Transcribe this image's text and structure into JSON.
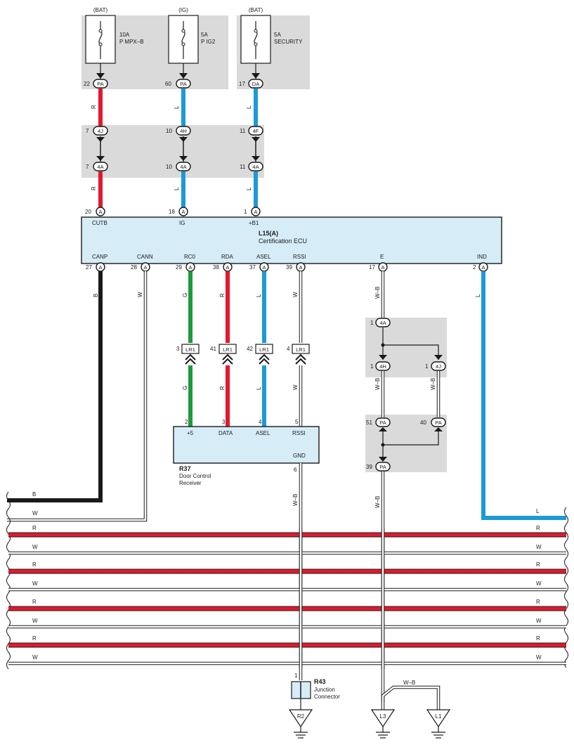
{
  "colors": {
    "R": "#e2192e",
    "L": "#1b9ad6",
    "G": "#1e9a3c",
    "B": "#1a1a1a",
    "W": "#ffffff",
    "panel": "#dadada",
    "module": "#d6ecf7"
  },
  "fuses": [
    {
      "source": "(BAT)",
      "rating": "10A",
      "name": "P MPX–B"
    },
    {
      "source": "(IG)",
      "rating": "5A",
      "name": "P IG2"
    },
    {
      "source": "(BAT)",
      "rating": "5A",
      "name": "SECURITY"
    }
  ],
  "connectors": {
    "fuse_pins": [
      {
        "pin": "22",
        "id": "PA"
      },
      {
        "pin": "60",
        "id": "PA"
      },
      {
        "pin": "17",
        "id": "DA"
      }
    ],
    "junction_upper": [
      {
        "pin": "7",
        "id": "4J"
      },
      {
        "pin": "10",
        "id": "4H"
      },
      {
        "pin": "11",
        "id": "4F"
      }
    ],
    "junction_lower": [
      {
        "pin": "7",
        "id": "4A"
      },
      {
        "pin": "10",
        "id": "4A"
      },
      {
        "pin": "11",
        "id": "4A"
      }
    ],
    "ecu_top": [
      {
        "pin": "20",
        "id": "A",
        "label": "CUTB"
      },
      {
        "pin": "18",
        "id": "A",
        "label": "IG"
      },
      {
        "pin": "1",
        "id": "A",
        "label": "+B1"
      }
    ],
    "ecu_bottom": [
      {
        "pin": "27",
        "id": "A",
        "label": "CANP"
      },
      {
        "pin": "28",
        "id": "A",
        "label": "CANN"
      },
      {
        "pin": "29",
        "id": "A",
        "label": "RC0"
      },
      {
        "pin": "38",
        "id": "A",
        "label": "RDA"
      },
      {
        "pin": "37",
        "id": "A",
        "label": "ASEL"
      },
      {
        "pin": "39",
        "id": "A",
        "label": "RSSI"
      },
      {
        "pin": "17",
        "id": "A",
        "label": "E"
      },
      {
        "pin": "2",
        "id": "A",
        "label": "IND"
      }
    ],
    "lr1": [
      {
        "pin": "3",
        "id": "LR1"
      },
      {
        "pin": "41",
        "id": "LR1"
      },
      {
        "pin": "42",
        "id": "LR1"
      },
      {
        "pin": "4",
        "id": "LR1"
      }
    ],
    "receiver_pins": [
      {
        "pin": "2",
        "label": "+5"
      },
      {
        "pin": "3",
        "label": "DATA"
      },
      {
        "pin": "4",
        "label": "ASEL"
      },
      {
        "pin": "5",
        "label": "RSSI"
      }
    ],
    "gnd_junction": {
      "j1": {
        "pin": "1",
        "id": "4A"
      },
      "j2": {
        "pin": "1",
        "id": "4H"
      },
      "j3": {
        "pin": "1",
        "id": "4J"
      },
      "p1": {
        "pin": "51",
        "id": "PA"
      },
      "p2": {
        "pin": "40",
        "id": "PA"
      },
      "p3": {
        "pin": "39",
        "id": "PA"
      }
    }
  },
  "wire_colors": {
    "fuse_to_junction": [
      "R",
      "L",
      "L"
    ],
    "junction_to_ecu": [
      "R",
      "L",
      "L"
    ],
    "ecu_to_lr1": [
      "B",
      "W",
      "G",
      "R",
      "L",
      "W"
    ],
    "lr1_to_receiver": [
      "G",
      "R",
      "L",
      "W"
    ],
    "e_wire": "W–B",
    "ind_wire": "L",
    "gnd_loop": "W–B",
    "receiver_gnd": "W–B",
    "e_gnd": "W–B",
    "ground_link": "W–B"
  },
  "ecu": {
    "id": "L15(A)",
    "name": "Certification ECU",
    "e_label": "E",
    "ind_label": "IND"
  },
  "receiver": {
    "id": "R37",
    "name_line1": "Door Control",
    "name_line2": "Receiver",
    "gnd_label": "GND",
    "gnd_pin": "6"
  },
  "junction_connector": {
    "id": "R43",
    "name_line1": "Junction",
    "name_line2": "Connector",
    "pin": "1"
  },
  "grounds": [
    "R2",
    "L3",
    "L1"
  ],
  "harness": {
    "left_labels": [
      "B",
      "W",
      "R",
      "W",
      "R",
      "W",
      "R",
      "W",
      "R",
      "W"
    ],
    "right_labels": [
      "L",
      "R",
      "W",
      "R",
      "W",
      "R",
      "W",
      "R",
      "W"
    ]
  }
}
